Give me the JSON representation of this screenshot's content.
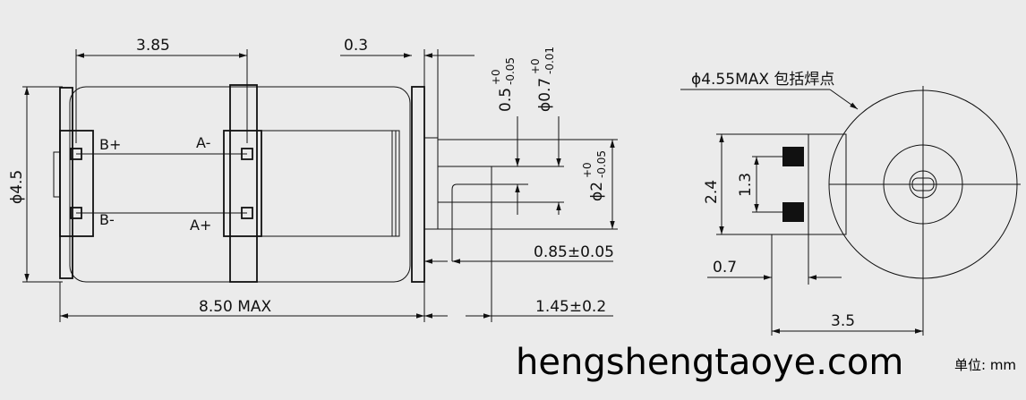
{
  "side_view": {
    "dim_length": "3.85",
    "dim_offset": "0.3",
    "dim_diameter": "ϕ4.5",
    "dim_total_length": "8.50 MAX",
    "dim_shaft_length": "1.45±0.2",
    "dim_shaft_flat": "0.85±0.05",
    "dim_flat_tol": "0.5",
    "dim_flat_tol_upper": "+0",
    "dim_flat_tol_lower": "-0.05",
    "dim_shaft_tol": "ϕ0.7",
    "dim_shaft_tol_upper": "+0",
    "dim_shaft_tol_lower": "-0.01",
    "dim_boss": "ϕ2",
    "dim_boss_upper": "+0",
    "dim_boss_lower": "-0.05",
    "terminal_b_plus": "B+",
    "terminal_a_minus": "A-",
    "terminal_b_minus": "B-",
    "terminal_a_plus": "A+"
  },
  "end_view": {
    "dim_outer_diameter": "ϕ4.55MAX 包括焊点",
    "dim_height": "2.4",
    "dim_pin_pitch": "1.3",
    "dim_offset": "0.7",
    "dim_width": "3.5"
  },
  "footer": {
    "watermark": "hengshengtaoye.com",
    "unit_label": "单位: mm"
  },
  "colors": {
    "background": "#ebebeb",
    "line": "#111111"
  }
}
